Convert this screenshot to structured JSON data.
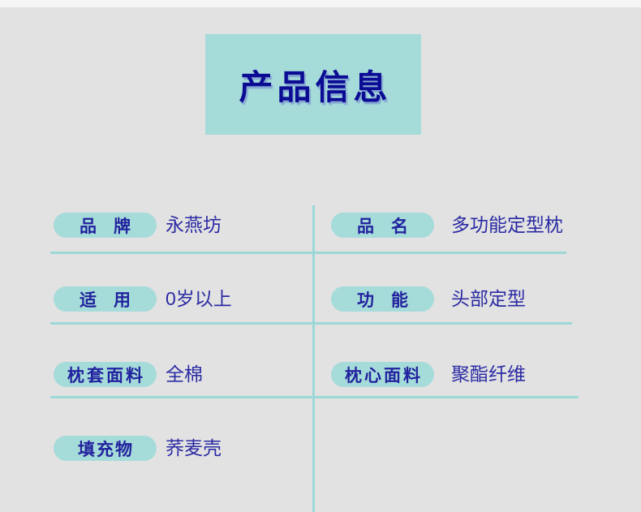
{
  "page": {
    "title": "产品信息"
  },
  "colors": {
    "background": "#e2e2e2",
    "top_strip": "#f5f5f5",
    "teal_fill": "#a5dbd9",
    "divider_teal": "#9bd8d6",
    "title_navy": "#0b0b94",
    "label_navy": "#22229e",
    "value_navy": "#2b2ba4"
  },
  "fields": {
    "left": [
      {
        "key": "brand",
        "label": "品　牌",
        "value": "永燕坊"
      },
      {
        "key": "age",
        "label": "适　用",
        "value": "0岁以上"
      },
      {
        "key": "cover_fabric",
        "label": "枕套面料",
        "value": "全棉"
      },
      {
        "key": "filling",
        "label": "填充物",
        "value": "荞麦壳"
      }
    ],
    "right": [
      {
        "key": "name",
        "label": "品　名",
        "value": "多功能定型枕"
      },
      {
        "key": "function",
        "label": "功　能",
        "value": "头部定型"
      },
      {
        "key": "core_fabric",
        "label": "枕心面料",
        "value": "聚酯纤维"
      }
    ]
  }
}
